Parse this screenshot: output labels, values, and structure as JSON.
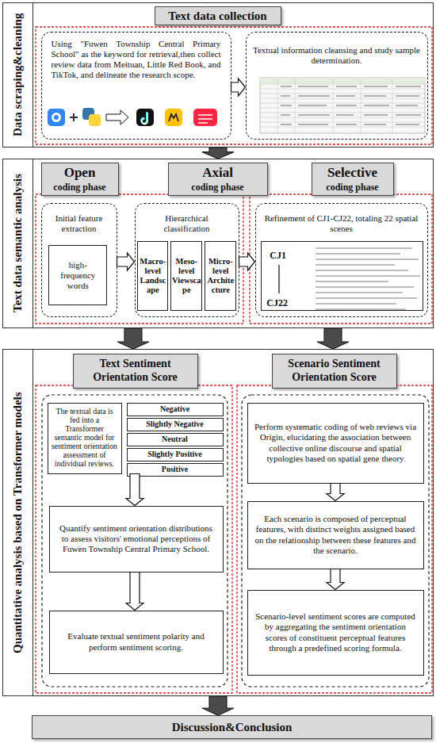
{
  "diagram": {
    "nodes": [
      {
        "text": [
          "Data scraping&cleaning"
        ]
      },
      {
        "text": [
          "Text data collection"
        ],
        "in": 0
      },
      {
        "text": [
          "Using \"Fuwen Township Central Primary School\" as the keyword for retrieval,then collect review data from Meituan, Little Red Book, and TikTok, and delineate the research scope."
        ],
        "in": 0
      },
      {
        "text": [
          "Textual information cleansing and study sample determination."
        ],
        "in": 0
      },
      {
        "text": [
          "Text data semantic analysis"
        ]
      },
      {
        "text": [
          "Open",
          "coding phase"
        ],
        "in": 4
      },
      {
        "text": [
          "Axial",
          "coding phase"
        ],
        "in": 4
      },
      {
        "text": [
          "Selective",
          "coding phase"
        ],
        "in": 4
      },
      {
        "text": [
          "Initial feature extraction"
        ],
        "in": 4
      },
      {
        "text": [
          "high-frequency words"
        ],
        "in": 8
      },
      {
        "text": [
          "Hierarchical classification"
        ],
        "in": 4
      },
      {
        "text": [
          "Macro-level Landscape"
        ],
        "in": 10
      },
      {
        "text": [
          "Meso-level Viewscape"
        ],
        "in": 10
      },
      {
        "text": [
          "Micro-level Architecture"
        ],
        "in": 10
      },
      {
        "text": [
          "Refinement of CJ1-CJ22, totaling 22 spatial scenes"
        ],
        "in": 4
      },
      {
        "text": [
          "CJ1",
          "CJ22"
        ],
        "in": 14
      },
      {
        "text": [
          "Quantitative analysis based on Transformer models"
        ]
      },
      {
        "text": [
          "Text Sentiment Orientation Score"
        ],
        "in": 16
      },
      {
        "text": [
          "Scenario Sentiment Orientation Score"
        ],
        "in": 16
      },
      {
        "text": [
          "The textual data is fed into a Transformer semantic model for sentiment orientation assessment of individual reviews."
        ],
        "in": 16
      },
      {
        "text": [
          "Negative"
        ],
        "in": 16
      },
      {
        "text": [
          "Slightly Negative"
        ],
        "in": 16
      },
      {
        "text": [
          "Neutral"
        ],
        "in": 16
      },
      {
        "text": [
          "Slightly Positive"
        ],
        "in": 16
      },
      {
        "text": [
          "Positive"
        ],
        "in": 16
      },
      {
        "text": [
          "Quantify sentiment orientation distributions to assess visitors' emotional perceptions of Fuwen Township Central Primary School."
        ],
        "in": 16
      },
      {
        "text": [
          "Evaluate textual sentiment polarity and perform sentiment scoring."
        ],
        "in": 16
      },
      {
        "text": [
          "Perform systematic coding of web reviews via Origin, elucidating the association between collective online discourse and spatial typologies based on spatial gene theory"
        ],
        "in": 16
      },
      {
        "text": [
          "Each scenario is composed of perceptual features, with distinct weights assigned based on the relationship between these features and the scenario."
        ],
        "in": 16
      },
      {
        "text": [
          "Scenario-level sentiment scores are computed by aggregating the sentiment orientation scores of constituent perceptual features through a predefined scoring formula."
        ],
        "in": 16
      },
      {
        "text": [
          "Discussion&Conclusion"
        ]
      }
    ],
    "edges": [
      {
        "from": 0,
        "to": 4,
        "arrow": "to"
      },
      {
        "from": 2,
        "to": 3,
        "arrow": "to"
      },
      {
        "from": 4,
        "to": 16,
        "arrow": "to"
      },
      {
        "from": 4,
        "to": 16,
        "arrow": "to"
      },
      {
        "from": 8,
        "to": 10,
        "arrow": "to"
      },
      {
        "from": 10,
        "to": 14,
        "arrow": "to"
      },
      {
        "from": 16,
        "to": 30,
        "arrow": "to"
      },
      {
        "from": 19,
        "to": 25,
        "arrow": "to"
      },
      {
        "from": 25,
        "to": 26,
        "arrow": "to"
      },
      {
        "from": 27,
        "to": 28,
        "arrow": "to"
      },
      {
        "from": 28,
        "to": 29,
        "arrow": "to"
      }
    ]
  }
}
